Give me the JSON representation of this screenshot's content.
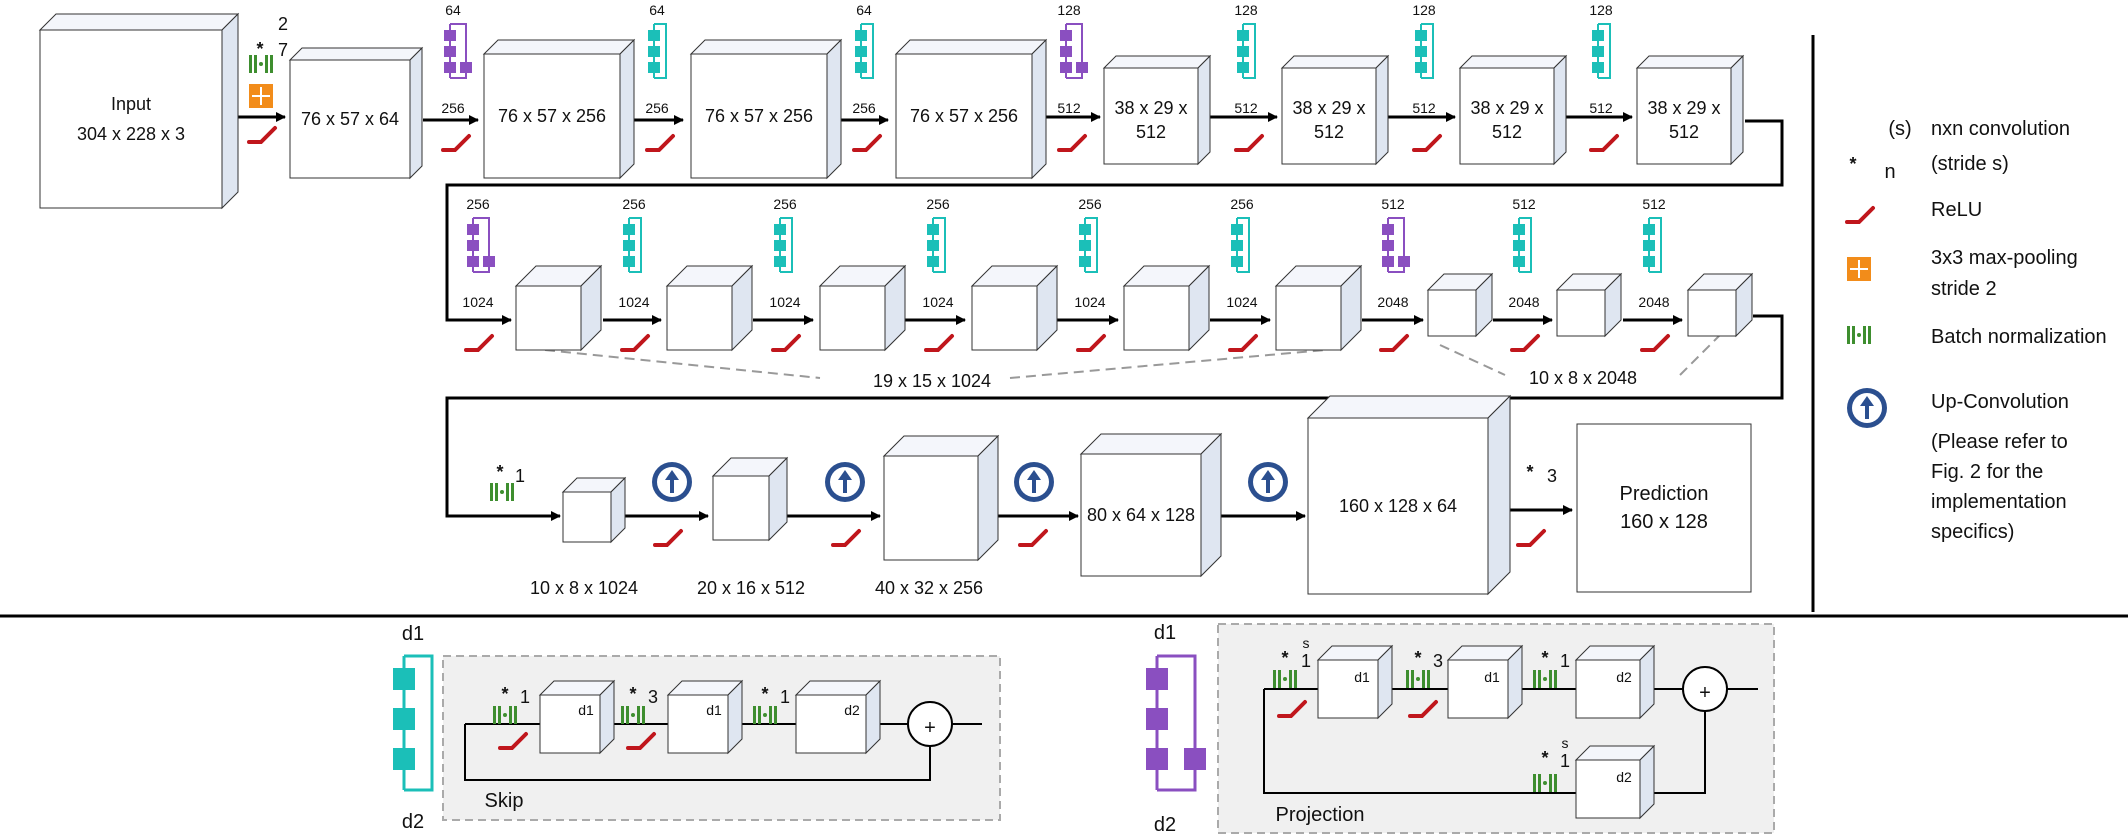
{
  "colors": {
    "conv_blue": "#2b4f8f",
    "relu_red": "#c0161c",
    "bn_green": "#3e8e2f",
    "pool_orange": "#f28c1a",
    "proj_purple": "#8a4fc0",
    "skip_teal": "#1bbfb8",
    "box_face": "#ffffff",
    "box_side": "#dfe6f1"
  },
  "input": {
    "line1": "Input",
    "line2": "304 x 228 x 3"
  },
  "first_conv": {
    "n": "7",
    "s": "2"
  },
  "row1": {
    "blocks": [
      "76 x 57 x 64",
      "76 x 57 x 256",
      "76 x 57 x 256",
      "76 x 57 x 256",
      "38 x 29 x",
      "38 x 29 x",
      "38 x 29 x",
      "38 x 29 x"
    ],
    "blocks_line2": [
      "",
      "",
      "",
      "",
      "512",
      "512",
      "512",
      "512"
    ],
    "d1": [
      "64",
      "64",
      "64",
      "128",
      "128",
      "128",
      "128"
    ],
    "d2": [
      "256",
      "256",
      "256",
      "512",
      "512",
      "512",
      "512"
    ]
  },
  "row2": {
    "d1": [
      "256",
      "256",
      "256",
      "256",
      "256",
      "256",
      "512",
      "512",
      "512"
    ],
    "d2": [
      "1024",
      "1024",
      "1024",
      "1024",
      "1024",
      "1024",
      "2048",
      "2048",
      "2048"
    ],
    "group1": "19 x 15 x 1024",
    "group2": "10 x 8 x 2048"
  },
  "row3": {
    "conv_first": "1",
    "conv_last": "3",
    "labels": [
      "10 x 8 x 1024",
      "20 x 16 x 512",
      "40 x 32 x 256",
      "80 x 64 x 128",
      "160 x 128 x 64"
    ],
    "prediction": {
      "line1": "Prediction",
      "line2": "160 x 128"
    }
  },
  "legend": {
    "conv_n": "n",
    "conv_s": "(s)",
    "conv1": "nxn convolution",
    "conv2": "(stride s)",
    "relu": "ReLU",
    "pool1": "3x3 max-pooling",
    "pool2": "stride 2",
    "bn": "Batch normalization",
    "upconv": "Up-Convolution",
    "note": [
      "(Please refer to",
      "Fig. 2 for the",
      "implementation",
      "specifics)"
    ]
  },
  "skip_block": {
    "d1": "d1",
    "d2": "d2",
    "convs": [
      "1",
      "3",
      "1"
    ],
    "boxes": [
      "d1",
      "d1",
      "d2"
    ],
    "caption": "Skip"
  },
  "projection_block": {
    "d1": "d1",
    "d2": "d2",
    "conv1": {
      "n": "1",
      "s": "s"
    },
    "conv2": {
      "n": "3"
    },
    "conv3": {
      "n": "1"
    },
    "conv4": {
      "n": "1",
      "s": "s"
    },
    "boxes": [
      "d1",
      "d1",
      "d2",
      "d2"
    ],
    "caption": "Projection"
  }
}
